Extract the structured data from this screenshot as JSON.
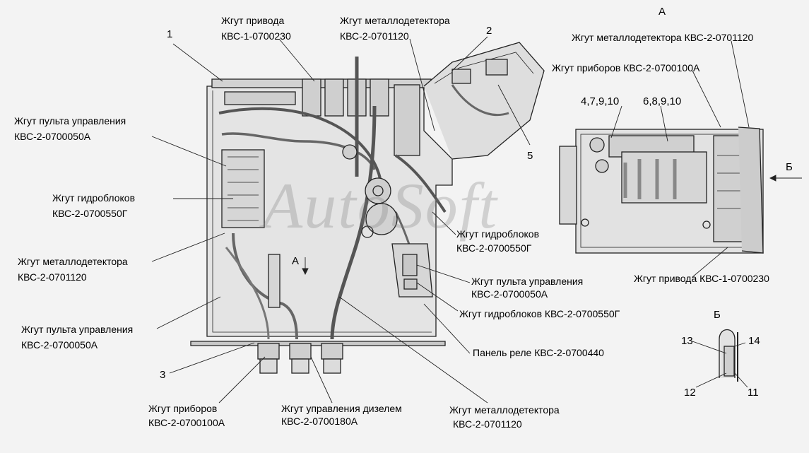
{
  "watermark": "AutoSoft",
  "view_labels": {
    "view_a": "А",
    "view_b": "Б",
    "arrow_a": "А",
    "arrow_b": "Б"
  },
  "callouts": [
    {
      "id": "c1",
      "text": "1"
    },
    {
      "id": "c2",
      "text": "2"
    },
    {
      "id": "c3",
      "text": "3"
    },
    {
      "id": "c5",
      "text": "5"
    },
    {
      "id": "c4",
      "text": "4,7,9,10"
    },
    {
      "id": "c6",
      "text": "6,8,9,10"
    },
    {
      "id": "c11",
      "text": "11"
    },
    {
      "id": "c12",
      "text": "12"
    },
    {
      "id": "c13",
      "text": "13"
    },
    {
      "id": "c14",
      "text": "14"
    }
  ],
  "labels": {
    "drive_1": "Жгут привода",
    "drive_2": "КВС-1-0700230",
    "metal_top_1": "Жгут металлодетектора",
    "metal_top_2": "КВС-2-0701120",
    "metal_a": "Жгут металлодетектора КВС-2-0701120",
    "instr_a": "Жгут приборов КВС-2-0700100А",
    "remote_top_1": "Жгут пульта управления",
    "remote_top_2": "КВС-2-0700050А",
    "hydro_left_1": "Жгут гидроблоков",
    "hydro_left_2": "КВС-2-0700550Г",
    "metal_left_1": "Жгут металлодетектора",
    "metal_left_2": "КВС-2-0701120",
    "remote_left_1": "Жгут пульта управления",
    "remote_left_2": "КВС-2-0700050А",
    "hydro_mid_1": "Жгут гидроблоков",
    "hydro_mid_2": "КВС-2-0700550Г",
    "drive_a": "Жгут привода КВС-1-0700230",
    "remote_mid_1": "Жгут пульта управления",
    "remote_mid_2": "КВС-2-0700050А",
    "hydro_right": "Жгут гидроблоков КВС-2-0700550Г",
    "relay": "Панель реле КВС-2-0700440",
    "instr_bot_1": "Жгут приборов",
    "instr_bot_2": "КВС-2-0700100А",
    "diesel_1": "Жгут управления дизелем",
    "diesel_2": "КВС-2-0700180А",
    "metal_bot_1": "Жгут металлодетектора",
    "metal_bot_2": "КВС-2-0701120"
  }
}
